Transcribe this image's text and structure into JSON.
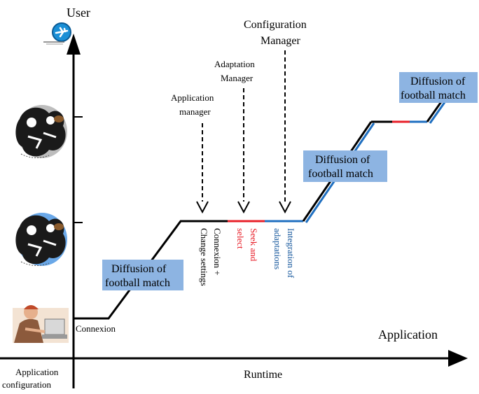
{
  "axes": {
    "y_label": "User",
    "x_label": "Application",
    "x_sub_label": "Runtime",
    "origin_label_line1": "Application",
    "origin_label_line2": "configuration"
  },
  "managers": {
    "configuration_line1": "Configuration",
    "configuration_line2": "Manager",
    "adaptation_line1": "Adaptation",
    "adaptation_line2": "Manager",
    "application_line1": "Application",
    "application_line2": "manager"
  },
  "boxes": {
    "diffusion_1_line1": "Diffusion of",
    "diffusion_1_line2": "football match",
    "diffusion_2_line1": "Diffusion of",
    "diffusion_2_line2": "football match",
    "diffusion_3_line1": "Diffusion of",
    "diffusion_3_line2": "football match"
  },
  "phases": {
    "connexion": "Connexion",
    "change_line1": "Connexion +",
    "change_line2": "Change settings",
    "seek_line1": "Seek and",
    "seek_line2": "select",
    "integration_line1": "Integration of",
    "integration_line2": "adaptations"
  },
  "colors": {
    "box_fill": "#8db4e2",
    "red": "#e8202a",
    "blue": "#1f6fc0",
    "blue_dark": "#1a5a9e"
  },
  "icons": {
    "top": "airplane-globe-icon",
    "level2": "football-players-gray-icon",
    "level1": "football-players-blue-icon",
    "bottom": "person-at-computer-icon"
  }
}
